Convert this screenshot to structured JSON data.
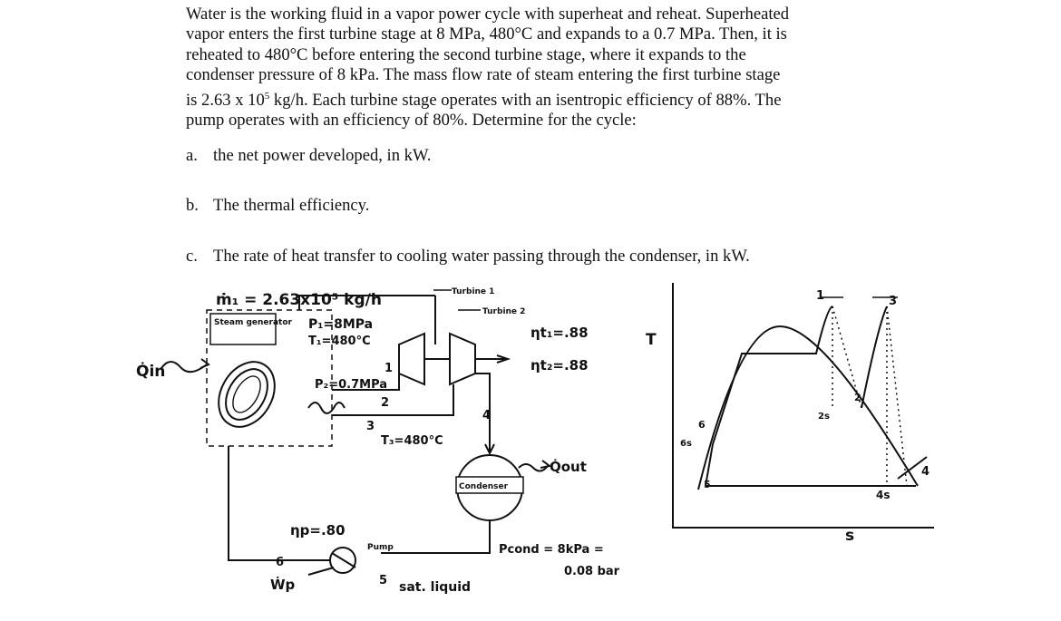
{
  "problem": {
    "statement_line1": "Water is the working fluid in a vapor power cycle with superheat and reheat. Superheated",
    "statement_line2": "vapor enters the first turbine stage at 8 MPa, 480°C and expands to a 0.7 MPa. Then, it is",
    "statement_line3": "reheated to 480°C before entering the second turbine stage, where it expands to the",
    "statement_line4": "condenser pressure of 8 kPa. The mass flow rate of steam entering the first turbine stage",
    "statement_line5a": "is 2.63 x 10",
    "statement_line5_sup": "5",
    "statement_line5b": " kg/h. Each turbine stage operates with an isentropic efficiency of 88%. The",
    "statement_line6": "pump operates with an efficiency of 80%. Determine for the cycle:",
    "questions": [
      {
        "letter": "a.",
        "text": "the net power developed, in kW."
      },
      {
        "letter": "b.",
        "text": "The thermal efficiency."
      },
      {
        "letter": "c.",
        "text": "The rate of heat transfer to cooling water passing through the condenser, in kW."
      }
    ]
  },
  "schematic": {
    "mass_flow": "ṁ₁ = 2.63x10⁵ kg/h",
    "p1": "P₁=8MPa",
    "t1": "T₁=480°C",
    "p2": "P₂=0.7MPa",
    "t3": "T₃=480°C",
    "steam_generator": "Steam generator",
    "turbine1": "Turbine 1",
    "turbine2": "Turbine 2",
    "eta_t1": "ηt₁=.88",
    "eta_t2": "ηt₂=.88",
    "eta_p": "ηp=.80",
    "q_in": "Q̇in",
    "q_out": "Q̇out",
    "condenser": "Condenser",
    "pump": "Pump",
    "w_p": "Ẇp",
    "p_cond": "Pcond = 8kPa =",
    "p_cond_bar": "0.08 bar",
    "sat_liquid": "sat. liquid",
    "states": [
      "1",
      "2",
      "3",
      "4",
      "5",
      "6"
    ]
  },
  "ts_diagram": {
    "t_axis": "T",
    "s_axis": "s",
    "points": [
      "1",
      "2",
      "3",
      "2s",
      "4",
      "4s",
      "5",
      "6",
      "6s"
    ]
  }
}
